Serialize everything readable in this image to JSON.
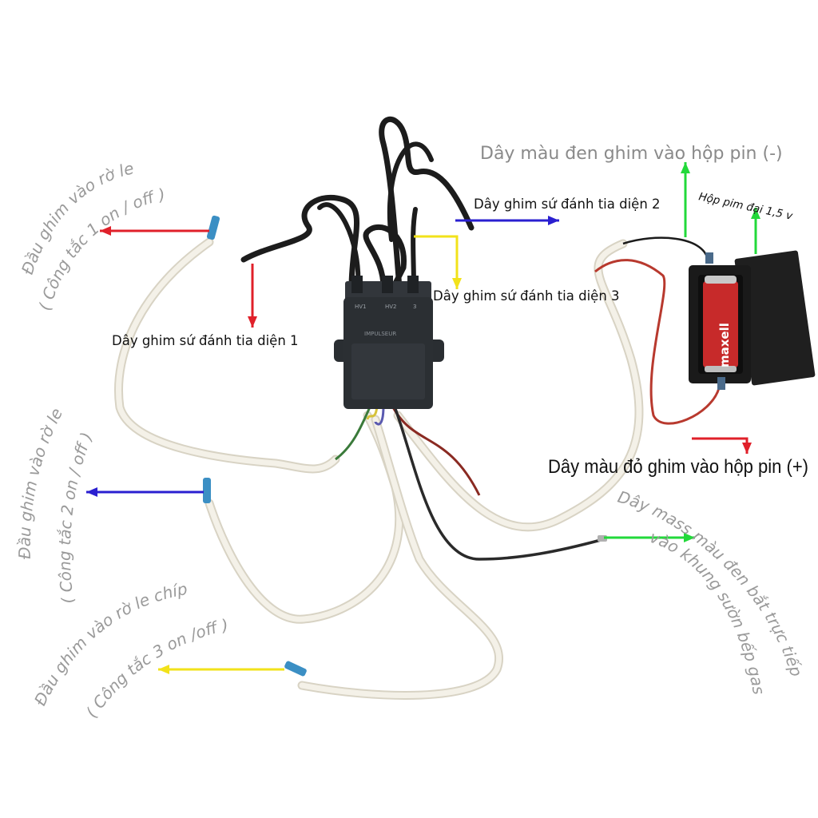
{
  "labels": {
    "hv1": "Dây ghim sứ đánh tia diện 1",
    "hv2": "Dây ghim sứ đánh tia diện 2",
    "hv3": "Dây ghim sứ đánh tia diện 3",
    "black_to_battery": "Dây màu đen ghim vào hộp pin (-)",
    "battery_box": "Hộp pim đại 1,5 v",
    "red_to_battery": "Dây màu đỏ ghim vào hộp pin (+)",
    "mass_line1": "Dây mass màu đen bắt trực tiếp",
    "mass_line2": "vào khung sườn bếp gas",
    "sw1_line1": "Đầu ghim vào rờ le",
    "sw1_line2": "( Công tắc 1 on / off )",
    "sw2_line1": "Đầu ghim vào rờ le",
    "sw2_line2": "( Công tắc 2 on / off )",
    "sw3_line1": "Đầu ghim vào rờ le chíp",
    "sw3_line2": "( Công tắc 3 on /off )"
  },
  "module_markings": {
    "port1": "HV1",
    "port2": "HV2",
    "port3": "3",
    "brand": "IMPULSEUR"
  },
  "battery_brand": "maxell",
  "colors": {
    "arrow_red": "#e0202a",
    "arrow_blue": "#2a1fd0",
    "arrow_yellow": "#f2e21a",
    "arrow_green": "#22d93a",
    "wire_black": "#1b1b1b",
    "wire_white": "#f1ede2",
    "wire_red": "#b8392e",
    "module_body": "#2b2f33"
  }
}
